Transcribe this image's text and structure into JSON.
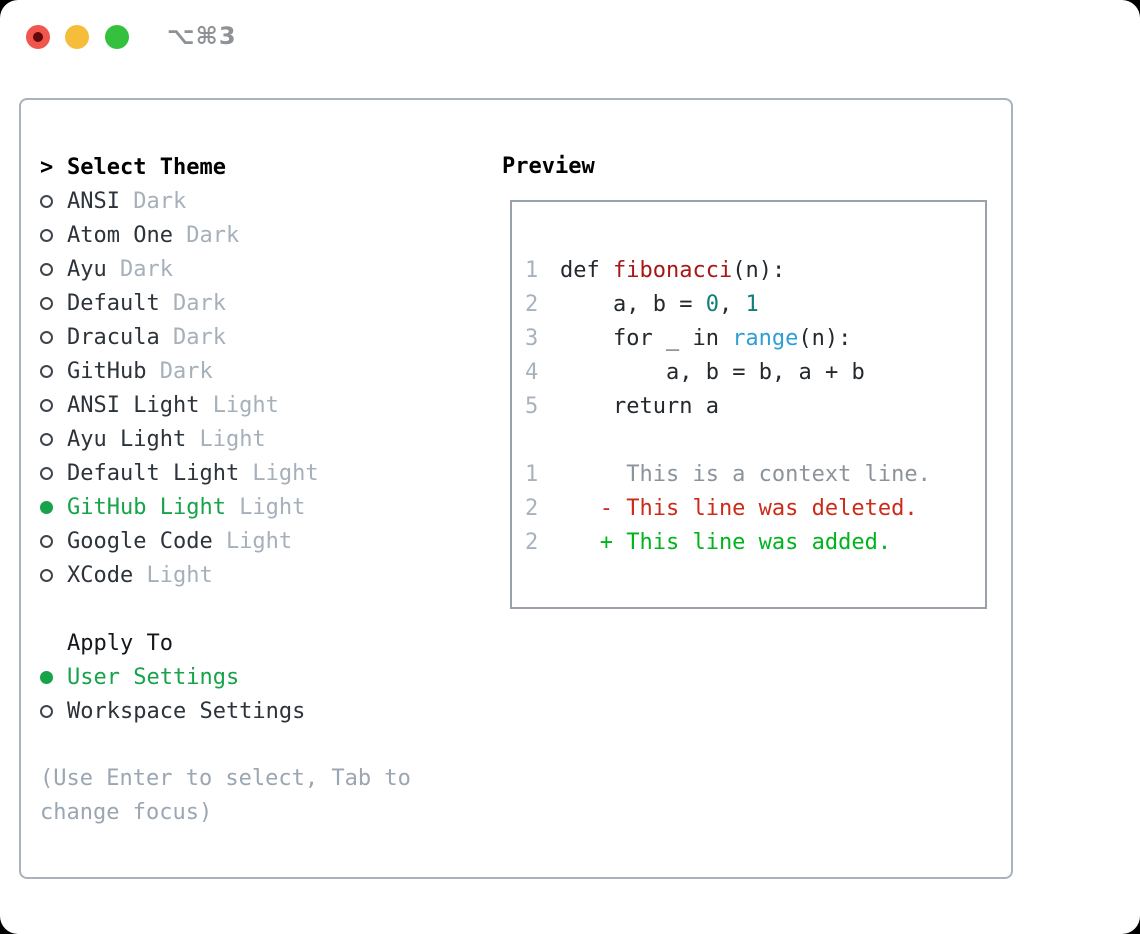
{
  "window": {
    "title": "⌥⌘3",
    "traffic_lights": [
      "close",
      "minimize",
      "zoom"
    ]
  },
  "theme_panel": {
    "header": {
      "prompt": ">",
      "label": "Select Theme"
    },
    "themes": [
      {
        "name": "ANSI",
        "variant": "Dark",
        "selected": false
      },
      {
        "name": "Atom One",
        "variant": "Dark",
        "selected": false
      },
      {
        "name": "Ayu",
        "variant": "Dark",
        "selected": false
      },
      {
        "name": "Default",
        "variant": "Dark",
        "selected": false
      },
      {
        "name": "Dracula",
        "variant": "Dark",
        "selected": false
      },
      {
        "name": "GitHub",
        "variant": "Dark",
        "selected": false
      },
      {
        "name": "ANSI Light",
        "variant": "Light",
        "selected": false
      },
      {
        "name": "Ayu Light",
        "variant": "Light",
        "selected": false
      },
      {
        "name": "Default Light",
        "variant": "Light",
        "selected": false
      },
      {
        "name": "GitHub Light",
        "variant": "Light",
        "selected": true
      },
      {
        "name": "Google Code",
        "variant": "Light",
        "selected": false
      },
      {
        "name": "XCode",
        "variant": "Light",
        "selected": false
      }
    ],
    "apply_to": {
      "label": "Apply To",
      "options": [
        {
          "label": "User Settings",
          "selected": true
        },
        {
          "label": "Workspace Settings",
          "selected": false
        }
      ]
    },
    "hint": "(Use Enter to select, Tab to change focus)"
  },
  "preview": {
    "title": "Preview",
    "code_lines": [
      {
        "num": "1",
        "tokens": [
          {
            "t": "def ",
            "c": "plain"
          },
          {
            "t": "fibonacci",
            "c": "func"
          },
          {
            "t": "(n):",
            "c": "plain"
          }
        ]
      },
      {
        "num": "2",
        "tokens": [
          {
            "t": "    ",
            "c": "plain"
          },
          {
            "t": "a",
            "c": "var"
          },
          {
            "t": ", ",
            "c": "plain"
          },
          {
            "t": "b",
            "c": "var"
          },
          {
            "t": " = ",
            "c": "plain"
          },
          {
            "t": "0",
            "c": "num"
          },
          {
            "t": ", ",
            "c": "plain"
          },
          {
            "t": "1",
            "c": "num"
          }
        ]
      },
      {
        "num": "3",
        "tokens": [
          {
            "t": "    for _ in ",
            "c": "plain"
          },
          {
            "t": "range",
            "c": "builtin"
          },
          {
            "t": "(n):",
            "c": "plain"
          }
        ]
      },
      {
        "num": "4",
        "tokens": [
          {
            "t": "        ",
            "c": "plain"
          },
          {
            "t": "a",
            "c": "var"
          },
          {
            "t": ", ",
            "c": "plain"
          },
          {
            "t": "b",
            "c": "var"
          },
          {
            "t": " = ",
            "c": "plain"
          },
          {
            "t": "b",
            "c": "var"
          },
          {
            "t": ", ",
            "c": "plain"
          },
          {
            "t": "a",
            "c": "var"
          },
          {
            "t": " + ",
            "c": "plain"
          },
          {
            "t": "b",
            "c": "var"
          }
        ]
      },
      {
        "num": "5",
        "tokens": [
          {
            "t": "    return ",
            "c": "plain"
          },
          {
            "t": "a",
            "c": "var"
          }
        ]
      }
    ],
    "diff_lines": [
      {
        "num": "1",
        "type": "context",
        "text": "     This is a context line."
      },
      {
        "num": "2",
        "type": "deleted",
        "text": "   - This line was deleted."
      },
      {
        "num": "2",
        "type": "added",
        "text": "   + This line was added."
      }
    ]
  },
  "colors": {
    "accent_green": "#16a34a",
    "diff_added": "#00b41e",
    "diff_deleted": "#cd2a19",
    "diff_context": "#8b939b",
    "function_red": "#a81616",
    "builtin_blue": "#2f9ed4",
    "number_teal": "#0f7e79",
    "muted_gray": "#a6b0bb",
    "traffic_red": "#f1564d",
    "traffic_yellow": "#f5bd39",
    "traffic_green": "#35c13e"
  }
}
